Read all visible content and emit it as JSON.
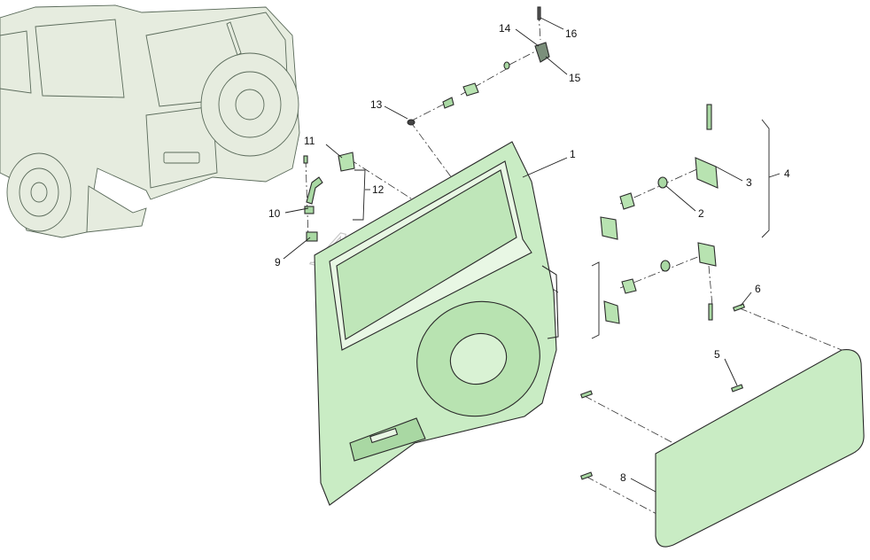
{
  "watermark": "AutoSoft",
  "callouts": [
    {
      "id": "c1",
      "label": "1"
    },
    {
      "id": "c2",
      "label": "2"
    },
    {
      "id": "c3",
      "label": "3"
    },
    {
      "id": "c4",
      "label": "4"
    },
    {
      "id": "c5",
      "label": "5"
    },
    {
      "id": "c6",
      "label": "6"
    },
    {
      "id": "c8",
      "label": "8"
    },
    {
      "id": "c9",
      "label": "9"
    },
    {
      "id": "c10",
      "label": "10"
    },
    {
      "id": "c11",
      "label": "11"
    },
    {
      "id": "c12",
      "label": "12"
    },
    {
      "id": "c13",
      "label": "13"
    },
    {
      "id": "c14",
      "label": "14"
    },
    {
      "id": "c15",
      "label": "15"
    },
    {
      "id": "c16",
      "label": "16"
    }
  ],
  "colors": {
    "part_fill": "#c9ecc4",
    "part_fill_dark": "#a9d8a3",
    "car_fill": "#e6ecdf",
    "line": "#222222"
  }
}
